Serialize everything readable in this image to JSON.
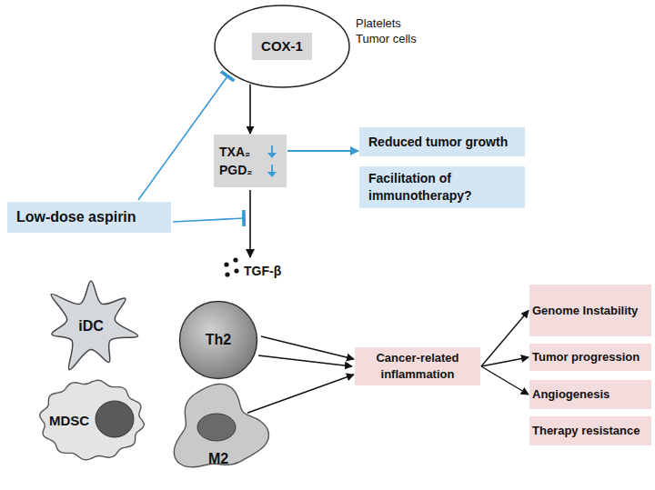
{
  "diagram": {
    "nodes": [
      {
        "text": [
          "Platelets Tumor cells"
        ]
      },
      {
        "text": [
          "COX-1"
        ],
        "in": 0
      },
      {
        "text": [
          "Low-dose aspirin"
        ]
      },
      {
        "text": [
          "TXA₂ PGD₂"
        ]
      },
      {
        "text": [
          "Reduced tumor growth"
        ]
      },
      {
        "text": [
          "Facilitation of immunotherapy?"
        ]
      },
      {
        "text": [
          "iDC"
        ]
      },
      {
        "text": [
          "Th2"
        ]
      },
      {
        "text": [
          "MDSC"
        ]
      },
      {
        "text": [
          "M2"
        ]
      },
      {
        "text": [
          "Cancer-related inflammation"
        ]
      },
      {
        "text": [
          "Genome Instability"
        ]
      },
      {
        "text": [
          "Tumor progression"
        ]
      },
      {
        "text": [
          "Angiogenesis"
        ]
      },
      {
        "text": [
          "Therapy resistance"
        ]
      }
    ],
    "edges": [
      {
        "from": 0,
        "to": 3,
        "arrow": "to"
      },
      {
        "from": 2,
        "to": 0,
        "arrow": "to"
      },
      {
        "from": 3,
        "to": 4,
        "arrow": "to"
      },
      {
        "from": 7,
        "to": 10,
        "arrow": "to"
      },
      {
        "from": 9,
        "to": 10,
        "arrow": "to"
      },
      {
        "from": 10,
        "to": 11,
        "arrow": "to"
      },
      {
        "from": 10,
        "to": 12,
        "arrow": "to"
      },
      {
        "from": 10,
        "to": 13,
        "arrow": "to"
      }
    ],
    "labels": [
      "TGF-β"
    ]
  }
}
